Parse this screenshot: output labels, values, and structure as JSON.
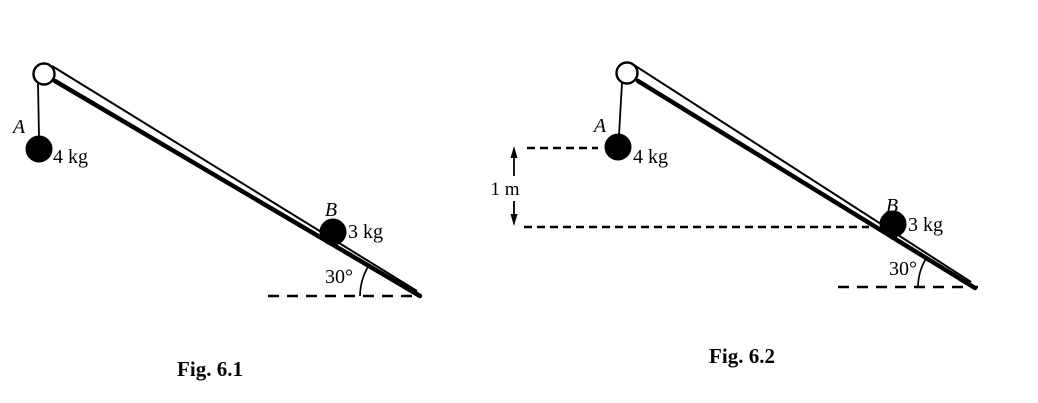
{
  "colors": {
    "ink": "#000000",
    "background": "#ffffff"
  },
  "figures": [
    {
      "caption": "Fig. 6.1",
      "mass_a_label": "A",
      "mass_a_value": "4 kg",
      "mass_b_label": "B",
      "mass_b_value": "3 kg",
      "angle_label": "30°"
    },
    {
      "caption": "Fig. 6.2",
      "mass_a_label": "A",
      "mass_a_value": "4 kg",
      "mass_b_label": "B",
      "mass_b_value": "3 kg",
      "angle_label": "30°",
      "height_label": "1 m"
    }
  ]
}
